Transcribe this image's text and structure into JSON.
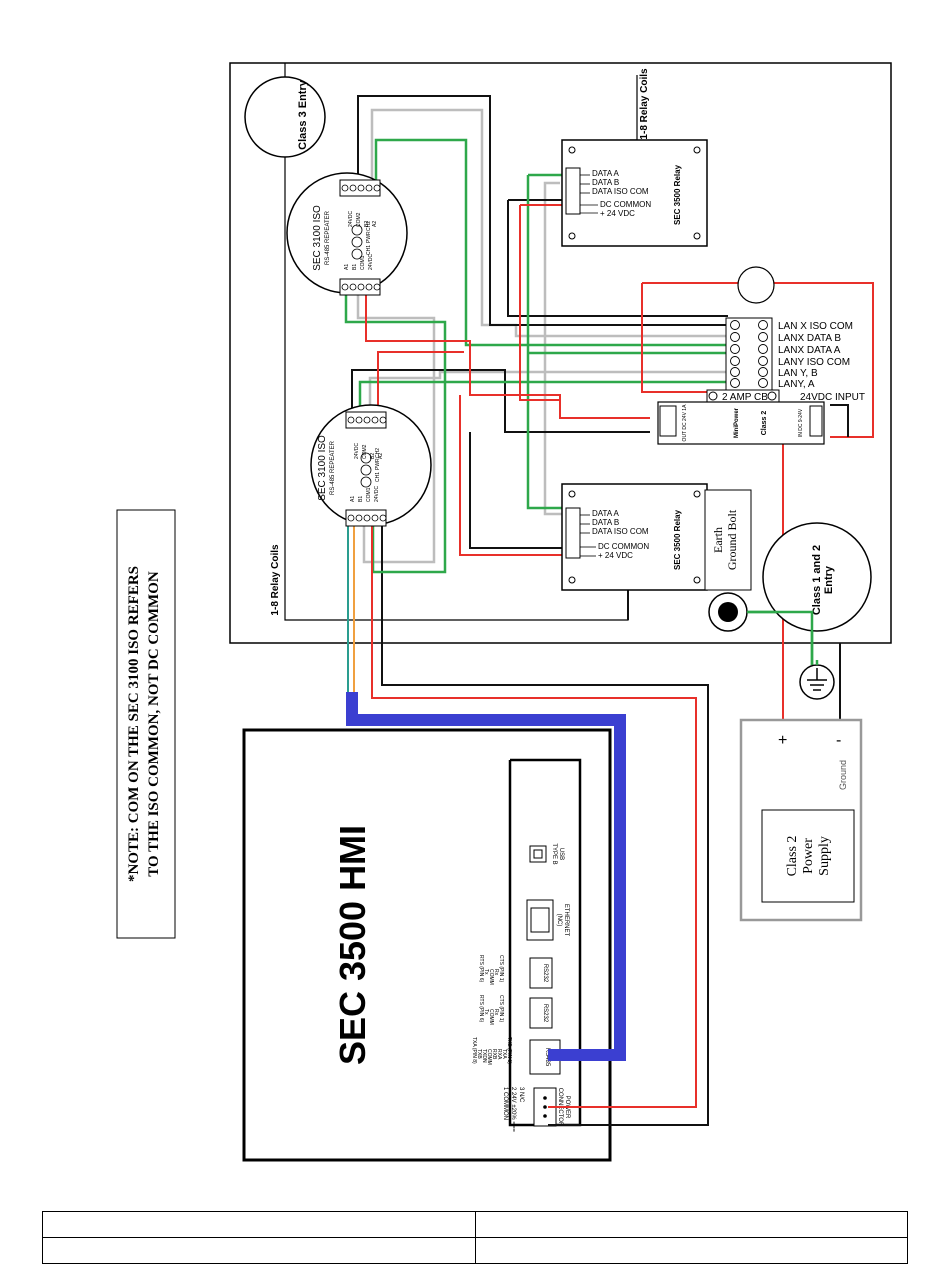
{
  "note": {
    "line1": "*NOTE: COM ON THE SEC 3100 ISO REFERS",
    "line2": "TO THE ISO COMMON, NOT DC COMMON"
  },
  "enclosure": {
    "class3_entry": "Class 3 Entry",
    "class12_entry_line1": "Class 1 and 2",
    "class12_entry_line2": "Entry",
    "relay_coils_top": "1-8 Relay Coils",
    "relay_coils_left": "1-8 Relay Coils"
  },
  "repeater_top": {
    "title": "SEC 3100 ISO",
    "subtitle": "RS-485 REPEATER",
    "pins_a": [
      "A1",
      "B1",
      "COM1",
      "24VDC"
    ],
    "pins_b": [
      "24VDC",
      "COM2",
      "B2",
      "A2"
    ],
    "leds": [
      "CH1",
      "PWR",
      "CH2"
    ]
  },
  "repeater_bottom": {
    "title": "SEC 3100 ISO",
    "subtitle": "RS-485 REPEATER",
    "pins_a": [
      "A1",
      "B1",
      "COM1",
      "24VDC"
    ],
    "pins_b": [
      "24VDC",
      "COM2",
      "B2",
      "A2"
    ],
    "leds": [
      "CH1",
      "PWR",
      "CH2"
    ]
  },
  "relay_top": {
    "label": "SEC 3500 Relay",
    "terminals": [
      "DATA A",
      "DATA B",
      "DATA ISO COM",
      "DC COMMON",
      "+ 24 VDC"
    ]
  },
  "relay_bottom": {
    "label": "SEC 3500 Relay",
    "terminals": [
      "DATA A",
      "DATA B",
      "DATA ISO COM",
      "DC COMMON",
      "+ 24 VDC"
    ]
  },
  "terminal_block": {
    "labels": [
      "LAN X ISO COM",
      "LANX DATA B",
      "LANX DATA A",
      "LANY ISO COM",
      "LAN Y, B",
      "LANY, A"
    ],
    "breaker": "2 AMP CB",
    "input": "24VDC INPUT"
  },
  "class2_module": {
    "brand": "MiniPower",
    "label": "Class 2",
    "out": "OUT DC 24V 1A",
    "in": "IN DC 9-24V"
  },
  "earth_ground": {
    "line1": "Earth",
    "line2": "Ground Bolt"
  },
  "power_supply": {
    "plus": "+",
    "minus": "-",
    "ground": "Ground",
    "label_lines": [
      "Class 2",
      "Power",
      "Supply"
    ]
  },
  "hmi": {
    "title": "SEC 3500 HMI",
    "usb": [
      "USB",
      "TYPE B"
    ],
    "ethernet": [
      "ETHERNET",
      "(NC)"
    ],
    "rs232_a": "RS232",
    "rs232_a_pins": [
      "CTS (PIN 1)",
      "Rx",
      "COMM",
      "Tx",
      "RTS (PIN 6)"
    ],
    "rs232_b": "RS232",
    "rs232_b_pins": [
      "CTS (PIN 1)",
      "Rx",
      "COMM",
      "Tx",
      "RTS (PIN 6)"
    ],
    "rs485": "RS485",
    "rs485_pins": [
      "TXB (PIN 1)",
      "TXA",
      "RXA",
      "RXB",
      "COMM",
      "TXDN",
      "TXB",
      "TXA (PIN 8)"
    ],
    "power": [
      "POWER",
      "CONNECTOR"
    ],
    "power_pins": [
      "3  N/C",
      "2  24V ±20% ===",
      "1  COMMON"
    ]
  },
  "colors": {
    "red": "#e8302a",
    "green": "#2ea84a",
    "black": "#111111",
    "gray": "#bdbdbd",
    "blue": "#3b3fd1",
    "orange": "#f0a040",
    "teal": "#2a9d8f"
  }
}
